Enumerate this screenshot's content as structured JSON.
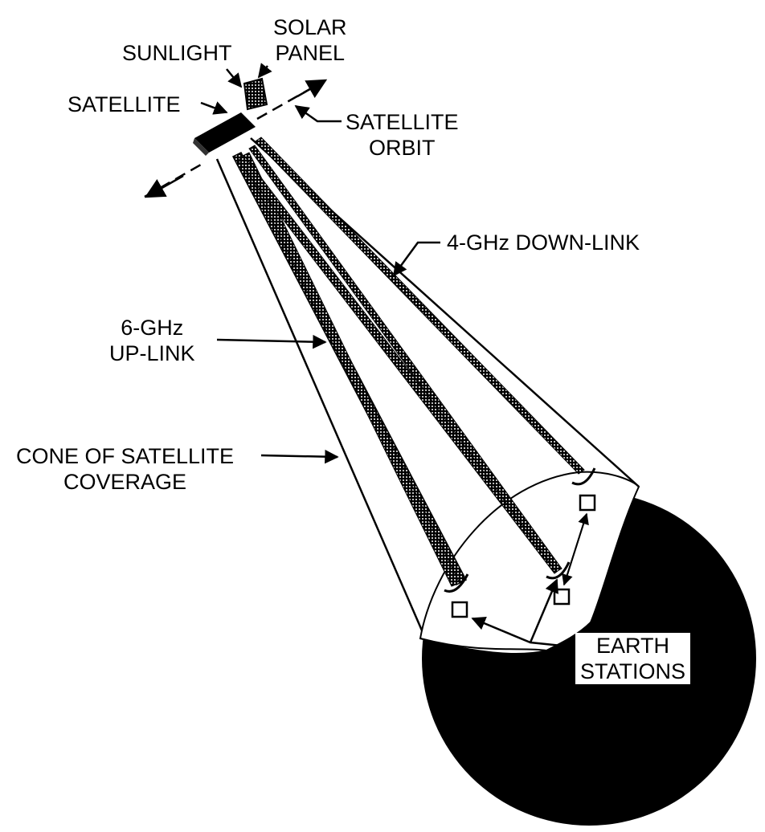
{
  "labels": {
    "solar_panel": [
      "SOLAR",
      "PANEL"
    ],
    "sunlight": "SUNLIGHT",
    "satellite": "SATELLITE",
    "satellite_orbit": [
      "SATELLITE",
      "ORBIT"
    ],
    "down_link": "4-GHz DOWN-LINK",
    "up_link": [
      "6-GHz",
      "UP-LINK"
    ],
    "cone": [
      "CONE OF SATELLITE",
      "COVERAGE"
    ],
    "earth_stations": [
      "EARTH",
      "STATIONS"
    ]
  },
  "colors": {
    "ink": "#000000",
    "paper": "#ffffff"
  }
}
